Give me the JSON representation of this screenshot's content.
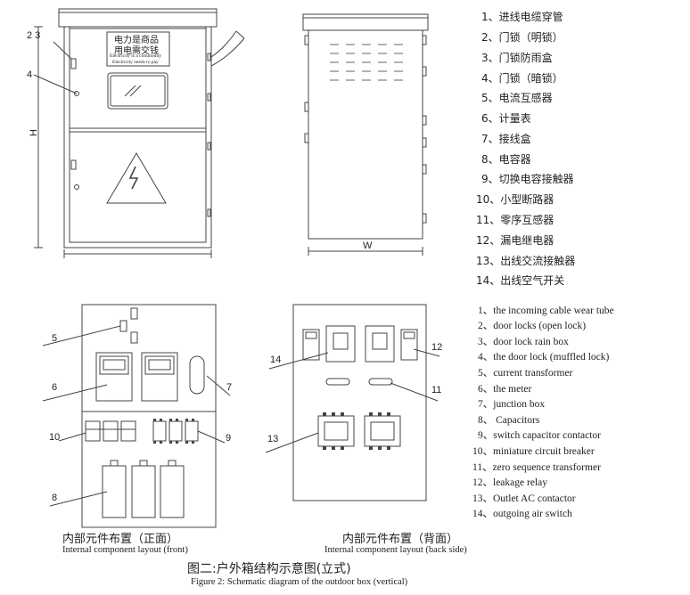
{
  "front_view": {
    "sign_cn_1": "电力是商品",
    "sign_cn_2": "用电需交钱",
    "sign_en_1": "Electricity is a commodity",
    "sign_en_2": "Electricity needs to pay",
    "callout_23": "2 3",
    "callout_4": "4",
    "dim_h": "H"
  },
  "side_view": {
    "dim_w": "W"
  },
  "legend_cn": [
    "1、进线电缆穿管",
    "2、门锁（明锁）",
    "3、门锁防雨盒",
    "4、门锁（暗锁）",
    "5、电流互感器",
    "6、计量表",
    "7、接线盒",
    "8、电容器",
    "9、切换电容接触器",
    "10、小型断路器",
    "11、零序互感器",
    "12、漏电继电器",
    "13、出线交流接触器",
    "14、出线空气开关"
  ],
  "legend_en": [
    "1、the incoming cable wear tube",
    "2、door locks (open lock)",
    "3、door lock rain box",
    "4、the door lock (muffled lock)",
    "5、current transformer",
    "6、the meter",
    "7、junction box",
    "8、 Capacitors",
    "9、switch capacitor contactor",
    "10、miniature circuit breaker",
    "11、zero sequence transformer",
    "12、leakage relay",
    "13、Outlet AC contactor",
    "14、outgoing air switch"
  ],
  "internal_front": {
    "callouts": [
      "5",
      "6",
      "7",
      "10",
      "9",
      "8"
    ],
    "caption_cn": "内部元件布置（正面）",
    "caption_en": "Internal component layout (front)"
  },
  "internal_back": {
    "callouts": [
      "14",
      "12",
      "11",
      "13"
    ],
    "caption_cn": "内部元件布置（背面）",
    "caption_en": "Internal component layout (back side)"
  },
  "figure": {
    "caption_cn": "图二:户外箱结构示意图(立式)",
    "caption_en": "Figure 2: Schematic diagram of the outdoor box (vertical)"
  }
}
